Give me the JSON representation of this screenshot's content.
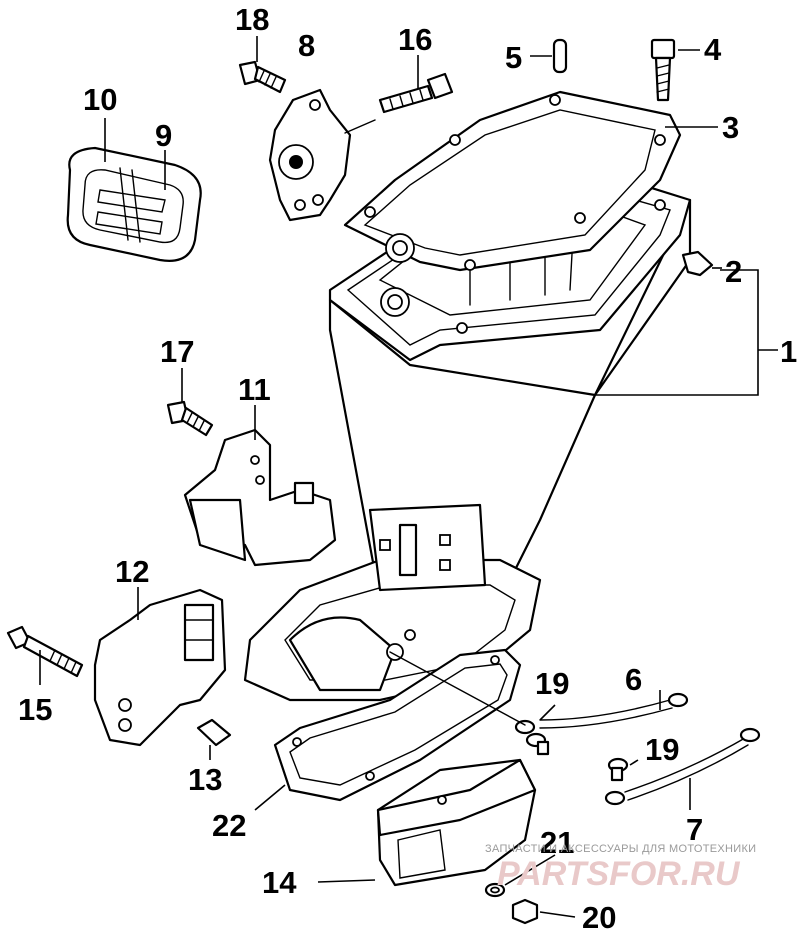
{
  "labels": {
    "l1": "1",
    "l2": "2",
    "l3": "3",
    "l4": "4",
    "l5": "5",
    "l6": "6",
    "l7": "7",
    "l8": "8",
    "l9": "9",
    "l10": "10",
    "l11": "11",
    "l12": "12",
    "l13": "13",
    "l14": "14",
    "l15": "15",
    "l16": "16",
    "l17": "17",
    "l18": "18",
    "l19a": "19",
    "l19b": "19",
    "l20": "20",
    "l21": "21",
    "l22": "22"
  },
  "watermark": {
    "caption": "ЗАПЧАСТИ И АКСЕССУАРЫ ДЛЯ МОТОТЕХНИКИ",
    "logo": "PARTSFOR.RU"
  }
}
